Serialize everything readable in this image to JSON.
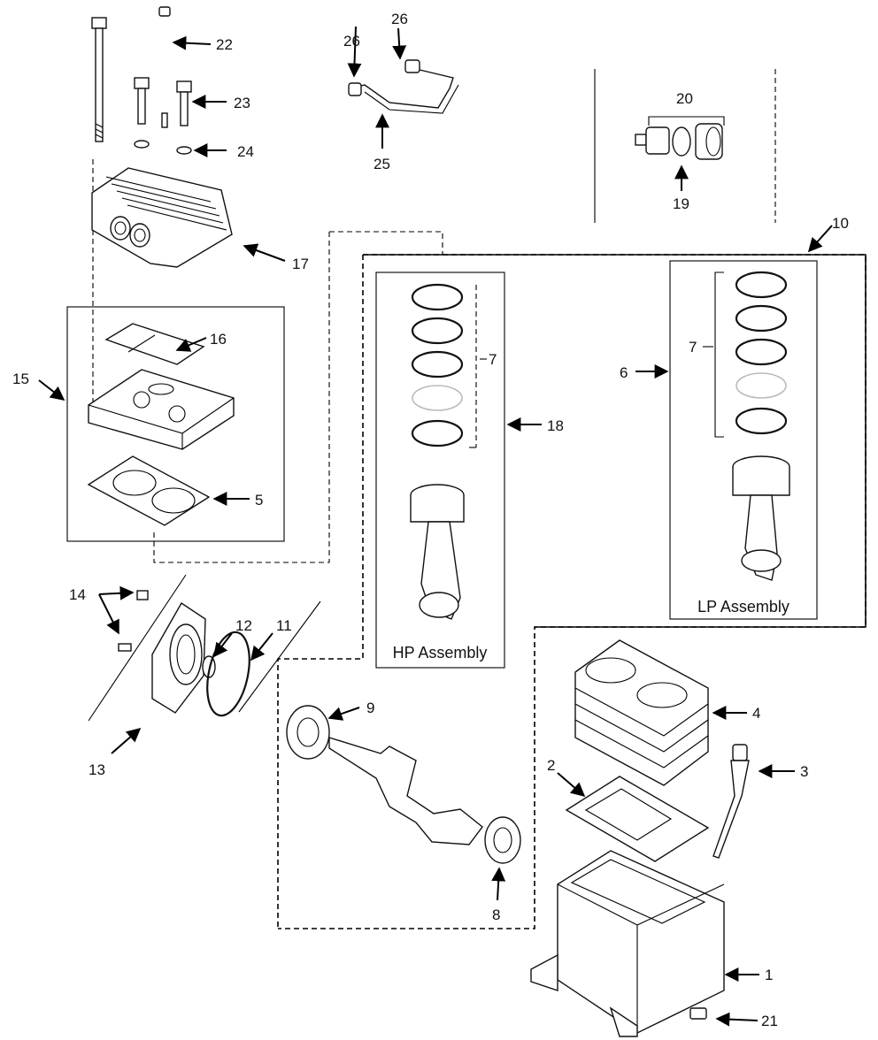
{
  "labels": {
    "p1": "1",
    "p2": "2",
    "p3": "3",
    "p4": "4",
    "p5": "5",
    "p6": "6",
    "p7a": "7",
    "p7b": "7",
    "p8": "8",
    "p9": "9",
    "p10": "10",
    "p11": "11",
    "p12": "12",
    "p13": "13",
    "p14": "14",
    "p15": "15",
    "p16": "16",
    "p17": "17",
    "p18": "18",
    "p19": "19",
    "p20": "20",
    "p21": "21",
    "p22": "22",
    "p23": "23",
    "p24": "24",
    "p25": "25",
    "p26a": "26",
    "p26b": "26"
  },
  "assemblies": {
    "hp": "HP Assembly",
    "lp": "LP Assembly"
  }
}
